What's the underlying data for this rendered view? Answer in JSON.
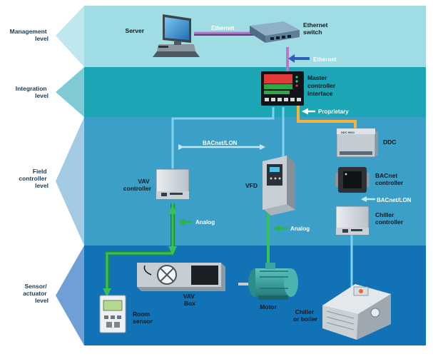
{
  "levels": {
    "management": [
      "Management",
      "level"
    ],
    "integration": [
      "Integration",
      "level"
    ],
    "field": [
      "Field",
      "controller",
      "level"
    ],
    "sensor": [
      "Sensor/",
      "actuator",
      "level"
    ]
  },
  "devices": {
    "server": "Server",
    "ethernet_switch": [
      "Ethernet",
      "switch"
    ],
    "master": [
      "Master",
      "controller",
      "interface"
    ],
    "ddc": "DDC",
    "bacnet_controller": [
      "BACnet",
      "controller"
    ],
    "chiller_controller": [
      "Chiller",
      "controller"
    ],
    "vav_controller": [
      "VAV",
      "controller"
    ],
    "vfd": "VFD",
    "vav_box": [
      "VAV",
      "Box"
    ],
    "room_sensor": [
      "Room",
      "sensor"
    ],
    "motor": "Motor",
    "chiller_boiler": [
      "Chiller",
      "or boiler"
    ]
  },
  "links": {
    "ethernet_top": "Ethernet",
    "ethernet_down": "Ethernet",
    "proprietary": "Proprietary",
    "bacnet_lon": "BACnet/LON",
    "bacnet_lon_2": "BACnet/LON",
    "analog_vav": "Analog",
    "analog_vfd": "Analog"
  },
  "device_text": {
    "ddc_tag": "DDC 9000"
  },
  "colors": {
    "management_band": "#9fdce3",
    "integration_band": "#1ba5b5",
    "field_band": "#3b9fc8",
    "sensor_band": "#1173b6",
    "ethernet_link": "#a368b6",
    "proprietary_link": "#f2a21d",
    "bacnet_link": "#7fd3f0",
    "analog_link": "#22a24a"
  }
}
